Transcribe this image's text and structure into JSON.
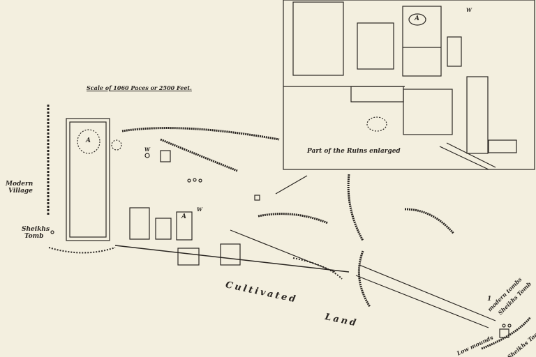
{
  "scale_label": "Scale of 1060 Paces or 2500 Feet.",
  "inset_label": "Part of the Ruins enlarged",
  "modern_village": [
    "Modern",
    "Village"
  ],
  "sheikhs_tomb_west": [
    "Sheikhs",
    "Tomb"
  ],
  "cultivated_land": [
    "Cultivated",
    "Land"
  ],
  "modern_tombs": "modern tombs",
  "sheikhs_tomb_east": "Sheikhs Tomb",
  "low_mounds": "Low mounds",
  "sheikhs_tomb_se": "Sheikhs Tomb",
  "markers": {
    "a": "A",
    "w": "W",
    "one": "1"
  }
}
